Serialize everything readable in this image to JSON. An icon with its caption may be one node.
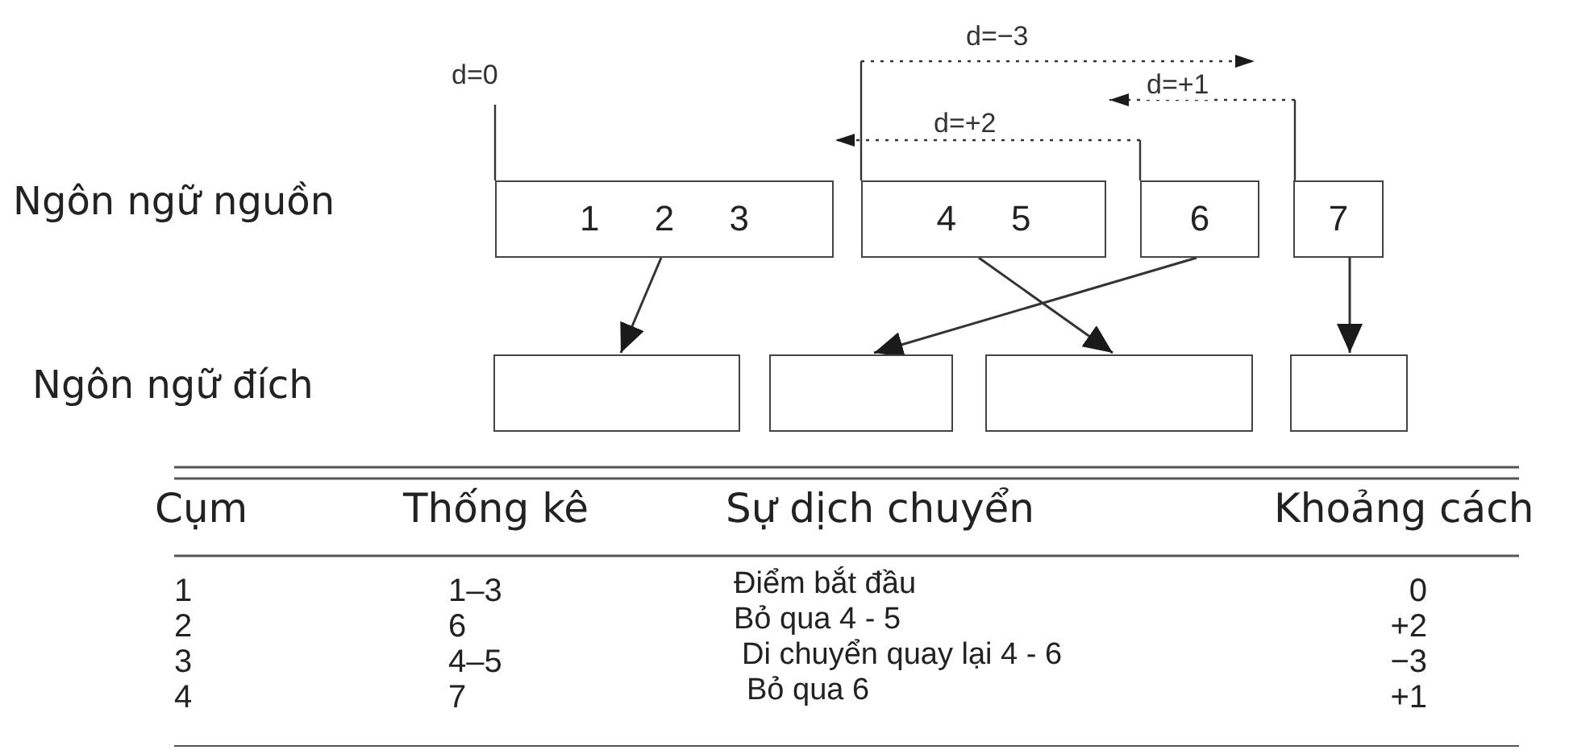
{
  "diagram": {
    "nodes": [
      {
        "text": [
          "1 2 3"
        ]
      },
      {
        "text": [
          "4 5"
        ]
      },
      {
        "text": [
          "6"
        ]
      },
      {
        "text": [
          "7"
        ]
      },
      {
        "text": [],
        "shape": "box"
      },
      {
        "text": [],
        "shape": "box"
      },
      {
        "text": [],
        "shape": "box"
      },
      {
        "text": [],
        "shape": "box"
      }
    ],
    "edges": [
      {
        "from": 0,
        "to": null,
        "arrow": "none",
        "label": "d=0"
      },
      {
        "from": 1,
        "to": null,
        "arrow": "to",
        "style": "dashed",
        "label": "d=−3"
      },
      {
        "from": 3,
        "to": null,
        "arrow": "to",
        "style": "dashed",
        "label": "d=+1"
      },
      {
        "from": 2,
        "to": 0,
        "arrow": "to",
        "style": "dashed",
        "label": "d=+2"
      },
      {
        "from": 0,
        "to": 4,
        "arrow": "to"
      },
      {
        "from": 1,
        "to": 6,
        "arrow": "to"
      },
      {
        "from": 2,
        "to": 5,
        "arrow": "to"
      },
      {
        "from": 3,
        "to": 7,
        "arrow": "to"
      }
    ],
    "labels": [
      "Ngôn ngữ nguồn",
      "Ngôn ngữ đích",
      "Cụm",
      "Thống kê",
      "Sự dịch chuyển",
      "Khoảng cách",
      "1",
      "1–3",
      "Điểm bắt đầu",
      "0",
      "2",
      "6",
      "Bỏ qua 4 - 5",
      "+2",
      "3",
      "4–5",
      "Di chuyển quay lại 4 - 6",
      "−3",
      "4",
      "7",
      "Bỏ qua 6",
      "+1"
    ]
  }
}
